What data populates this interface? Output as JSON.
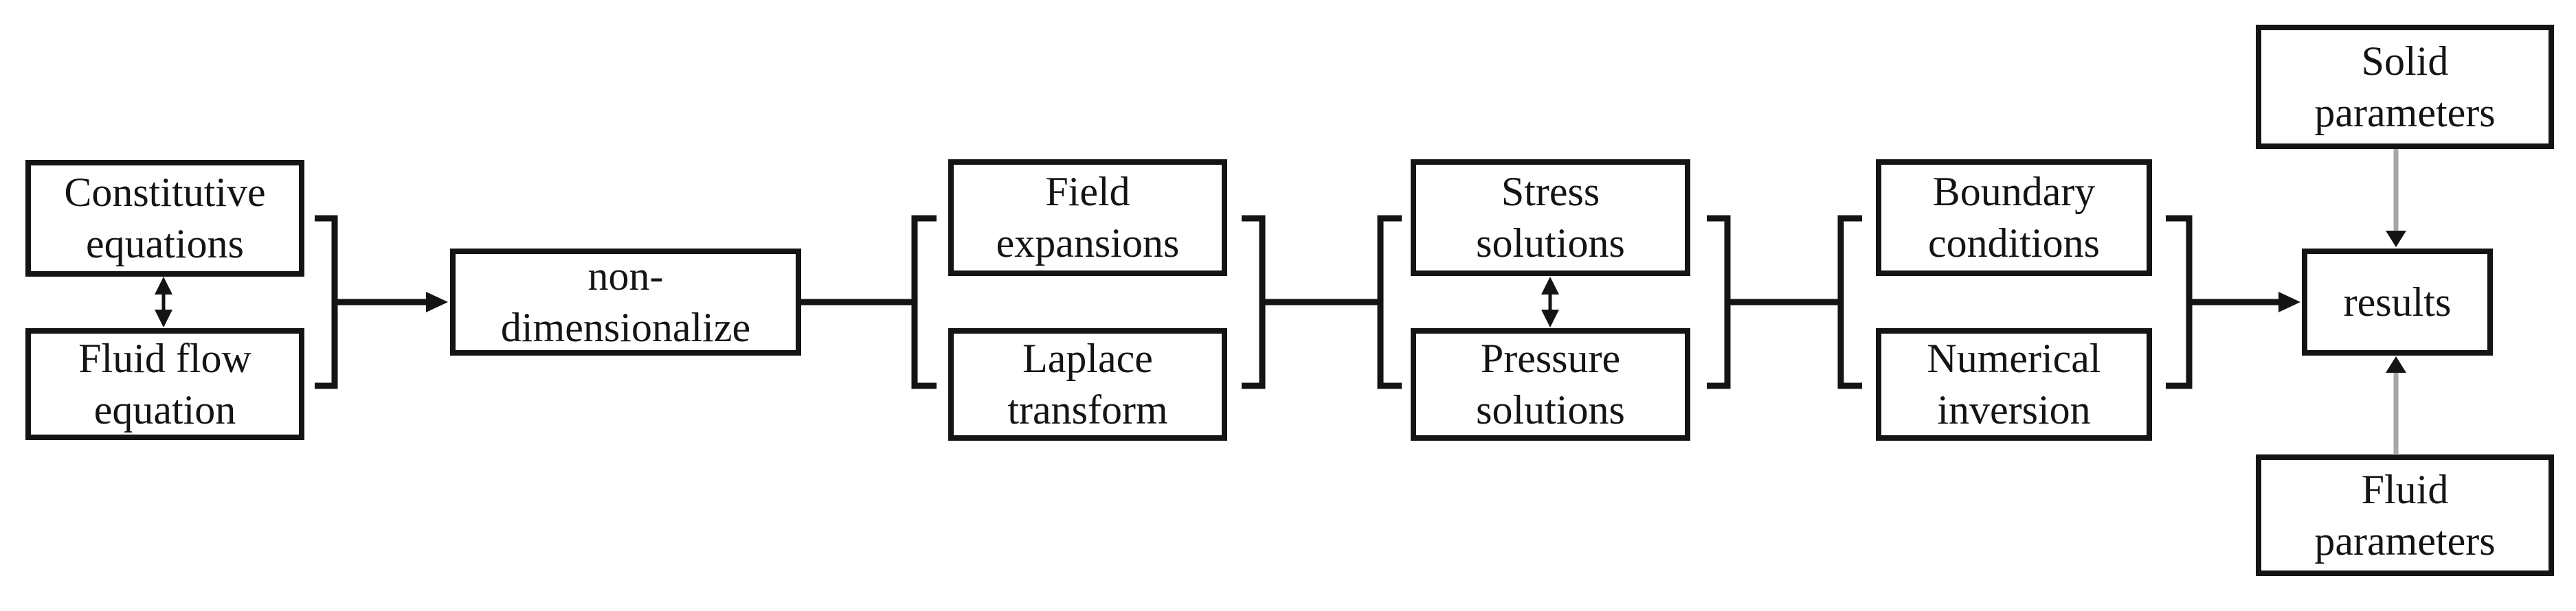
{
  "diagram": {
    "boxes": {
      "constitutive": "Constitutive\nequations",
      "fluid_flow": "Fluid flow\nequation",
      "non_dimensionalize": "non-\ndimensionalize",
      "field_expansions": "Field\nexpansions",
      "laplace_transform": "Laplace\ntransform",
      "stress_solutions": "Stress\nsolutions",
      "pressure_solutions": "Pressure\nsolutions",
      "boundary_conditions": "Boundary\nconditions",
      "numerical_inversion": "Numerical\ninversion",
      "results": "results",
      "solid_parameters": "Solid\nparameters",
      "fluid_parameters": "Fluid\nparameters"
    },
    "colors": {
      "background": "#ffffff",
      "line": "#141414",
      "box_border": "#141414",
      "text": "#141414",
      "gray_connector": "#a6a6a6"
    }
  }
}
